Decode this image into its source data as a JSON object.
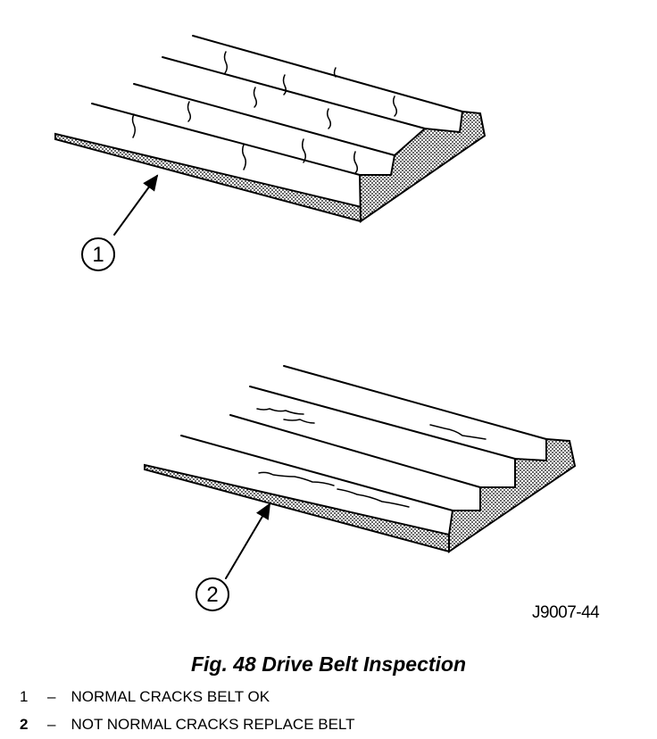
{
  "figure_code": "J9007-44",
  "caption": "Fig. 48 Drive Belt Inspection",
  "callouts": [
    {
      "number": "1",
      "text": "NORMAL CRACKS BELT OK"
    },
    {
      "number": "2",
      "text": "NOT NORMAL CRACKS REPLACE BELT"
    }
  ],
  "legend_separator": "–",
  "colors": {
    "ink": "#000000",
    "paper": "#ffffff",
    "cut_section_hatch": "#4a4a4a"
  }
}
